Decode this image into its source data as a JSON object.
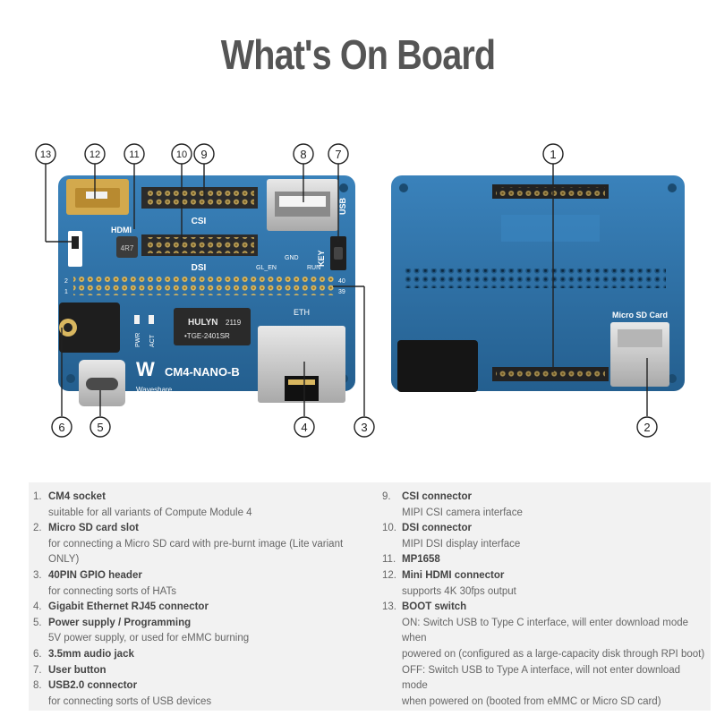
{
  "title": "What's On Board",
  "board": {
    "front": {
      "silk_csi": "CSI",
      "silk_dsi": "DSI",
      "silk_hdmi": "HDMI",
      "silk_usb": "USB",
      "silk_key": "KEY",
      "silk_eth": "ETH",
      "silk_gnd": "GND",
      "silk_glen": "GL_EN",
      "silk_run": "RUN",
      "silk_pwr": "PWR",
      "silk_act": "ACT",
      "pin_2": "2",
      "pin_1": "1",
      "pin_40": "40",
      "pin_39": "39",
      "magjack_brand": "HULYN",
      "magjack_code": "2119",
      "magjack_part": "•TGE-2401SR",
      "inductor": "4R7",
      "model": "CM4-NANO-B",
      "brand": "Waveshare",
      "logo_mark": "W"
    },
    "back": {
      "silk_sd": "Micro SD Card"
    }
  },
  "callouts": [
    "1",
    "2",
    "3",
    "4",
    "5",
    "6",
    "7",
    "8",
    "9",
    "10",
    "11",
    "12",
    "13"
  ],
  "legend": {
    "left": [
      {
        "num": "1.",
        "name": "CM4 socket",
        "desc": [
          "suitable for all variants of Compute Module 4"
        ]
      },
      {
        "num": "2.",
        "name": "Micro SD card slot",
        "desc": [
          "for connecting a Micro SD card with pre-burnt image (Lite variant ONLY)"
        ]
      },
      {
        "num": "3.",
        "name": "40PIN GPIO header",
        "desc": [
          "for connecting sorts of HATs"
        ]
      },
      {
        "num": "4.",
        "name": "Gigabit Ethernet RJ45 connector",
        "desc": []
      },
      {
        "num": "5.",
        "name": "Power supply / Programming",
        "desc": [
          "5V power supply, or used for eMMC burning"
        ]
      },
      {
        "num": "6.",
        "name": "3.5mm audio jack",
        "desc": []
      },
      {
        "num": "7.",
        "name": "User button",
        "desc": []
      },
      {
        "num": "8.",
        "name": "USB2.0 connector",
        "desc": [
          "for connecting sorts of USB devices"
        ]
      }
    ],
    "right": [
      {
        "num": "9.",
        "name": "CSI connector",
        "desc": [
          "MIPI CSI camera interface"
        ]
      },
      {
        "num": "10.",
        "name": "DSI connector",
        "desc": [
          "MIPI DSI display interface"
        ]
      },
      {
        "num": "11.",
        "name": "MP1658",
        "desc": []
      },
      {
        "num": "12.",
        "name": "Mini HDMI connector",
        "desc": [
          "supports 4K 30fps output"
        ]
      },
      {
        "num": "13.",
        "name": "BOOT switch",
        "desc": [
          "ON: Switch USB to Type C interface, will enter download mode when",
          "powered on (configured as a large-capacity disk through RPI boot)",
          "OFF: Switch USB to Type A interface, will not enter download mode",
          "when powered on (booted from eMMC or Micro SD card)"
        ]
      }
    ]
  },
  "colors": {
    "pcb": "#2c73a8",
    "pcb_light": "#4a8fc4",
    "gold": "#d8b25c",
    "text": "#555555",
    "legend_bg": "#f2f2f2"
  }
}
